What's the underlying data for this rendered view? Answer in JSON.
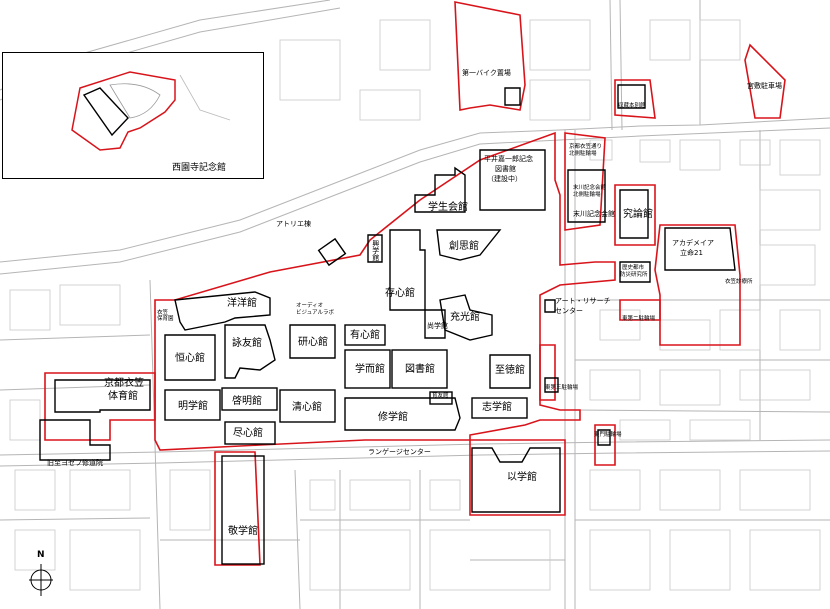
{
  "inset": {
    "label": "西園寺記念館"
  },
  "compass": {
    "north": "N"
  },
  "colors": {
    "boundary": "#d8141b",
    "building": "#000000",
    "road": "#bbbbbb"
  },
  "labels": {
    "bike_parking_1": "第一バイク置場",
    "honbetsukan": "収蔵本別館",
    "miyagami_parking": "宮敷駐車場",
    "library_tower_1": "平井嘉一郎記念",
    "library_tower_2": "図書館",
    "library_tower_3": "（建設中）",
    "gakusei_kaikan": "学生会館",
    "atelier": "アトリエ棟",
    "soushin": "創思館",
    "sonshin": "存心館",
    "kouyou": "興学館",
    "jushin": "充光館",
    "ushinkan": "有心館",
    "kyougaku": "尚学館",
    "youyou": "洋洋館",
    "audio": "オーディオ",
    "audio2": "ビジュアルラボ",
    "kenshin": "研心館",
    "eiyuu": "詠友館",
    "koushin": "恒心館",
    "gakuyuu": "学而館",
    "toshokan": "図書館",
    "shitoku": "至徳館",
    "kyuron": "究論館",
    "academia_1": "アカデメイア",
    "academia_2": "立命21",
    "kyoto_kinugasa_1": "京都衣笠",
    "kyoto_kinugasa_2": "体育館",
    "kyoto_zeminar": "旧至ヨゼフ修道院",
    "meigaku": "明学館",
    "keimei": "啓明館",
    "seishin": "清心館",
    "jinshin": "尽心館",
    "shugaku": "修学館",
    "ikuyu": "育友館",
    "shigaku": "志学館",
    "language": "ランゲージセンター",
    "igaku": "以学館",
    "keigaku": "敬学館",
    "art_research_1": "アート・リサーチ",
    "art_research_2": "センター",
    "rekishi_1": "歴史都市",
    "rekishi_2": "防災研究所",
    "kikugawa_1": "末川記念会館",
    "kikugawa_2": "末川記念会館",
    "higashi_parking_3": "東第三駐輪場",
    "higashi_parking_2": "東第二駐輪場",
    "higashi_parking_1": "東門駐輪場",
    "kyoto_parking": "京都衣笠体育館",
    "miyahashi": "衣笠診療所",
    "small_n1": "京都衣笠通り",
    "small_n2": "北側駐輪場",
    "small_k1": "末川記念会館",
    "small_k2": "北側駐輪場",
    "east_gate_parking": "東門駐輪場",
    "north_mini_1": "衣笠",
    "north_mini_2": "保育園"
  }
}
